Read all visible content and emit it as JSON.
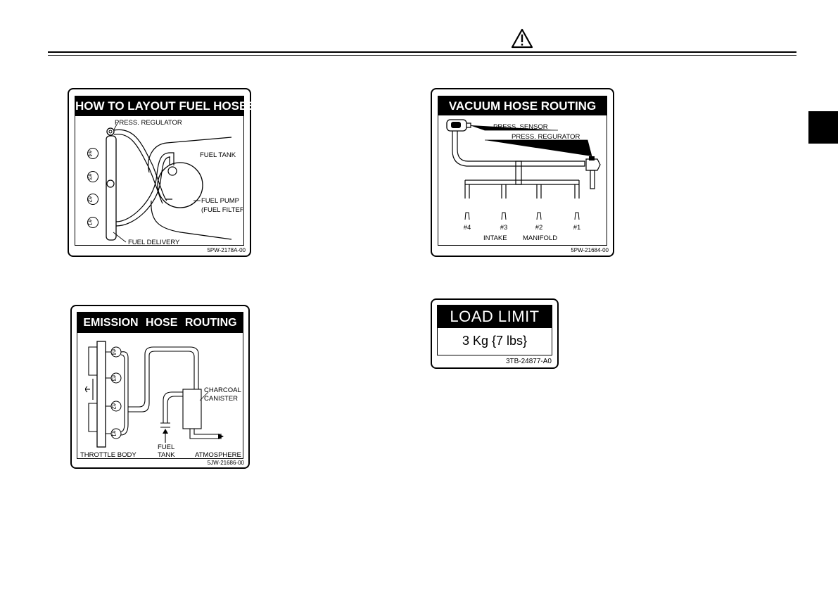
{
  "labels": {
    "fuel": {
      "title": "HOW TO LAYOUT FUEL HOSES",
      "code": "5PW-2178A-00",
      "press_regulator": "PRESS. REGULATOR",
      "fuel_tank": "FUEL TANK",
      "fuel_pump": "FUEL PUMP",
      "fuel_filter": "(FUEL FILTER)",
      "fuel_delivery": "FUEL DELIVERY",
      "cyl": [
        "#4",
        "#3",
        "#2",
        "#1"
      ]
    },
    "vacuum": {
      "title": "VACUUM HOSE ROUTING",
      "code": "5PW-21684-00",
      "press_sensor": "PRESS. SENSOR",
      "press_regurator": "PRESS. REGURATOR",
      "cyl": [
        "#4",
        "#3",
        "#2",
        "#1"
      ],
      "intake": "INTAKE",
      "manifold": "MANIFOLD"
    },
    "emission": {
      "title": "EMISSION HOSE ROUTING",
      "code": "5JW-21686-00",
      "charcoal": "CHARCOAL",
      "canister": "CANISTER",
      "fuel": "FUEL",
      "tank": "TANK",
      "throttle_body": "THROTTLE BODY",
      "atmosphere": "ATMOSPHERE",
      "cyl": [
        "#4",
        "#3",
        "#2",
        "#1"
      ]
    },
    "load": {
      "title": "LOAD LIMIT",
      "value": "3 Kg {7 lbs}",
      "code": "3TB-24877-A0"
    }
  }
}
